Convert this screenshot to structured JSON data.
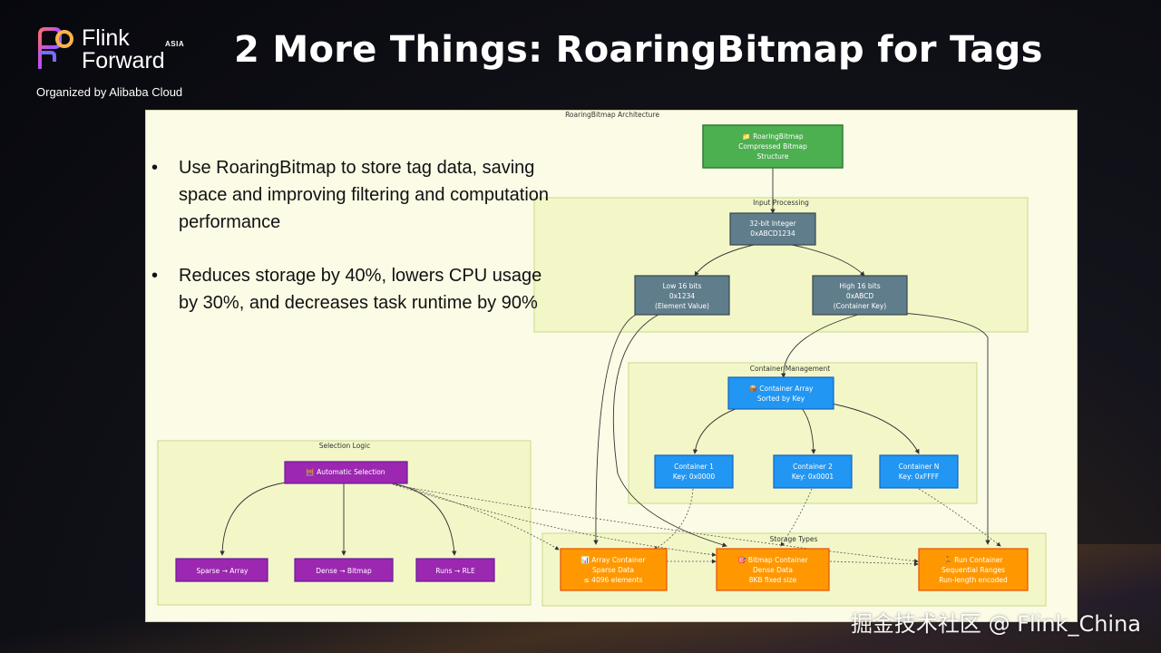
{
  "logo": {
    "brand": "Flink\nForward",
    "region": "ASIA",
    "organizer": "Organized by Alibaba Cloud"
  },
  "slide": {
    "title": "2 More Things: RoaringBitmap for Tags"
  },
  "bullets": [
    "Use RoaringBitmap to store tag data, saving space and improving filtering and computation performance",
    "Reduces storage by 40%, lowers CPU usage by 30%, and decreases task runtime by 90%"
  ],
  "diagram": {
    "title": "RoaringBitmap Architecture",
    "colors": {
      "green": "#4caf50",
      "slate": "#607d8b",
      "blue": "#2196f3",
      "purple": "#9c27b0",
      "orange": "#ff9800",
      "group_fill": "#f3f7c8",
      "group_border": "#c9d98a"
    },
    "groups": {
      "input_processing": "Input Processing",
      "container_management": "Container Management",
      "selection_logic": "Selection Logic",
      "storage_types": "Storage Types"
    },
    "nodes": {
      "roaring": [
        "📁 RoaringBitmap",
        "Compressed Bitmap",
        "Structure"
      ],
      "int32": [
        "32-bit Integer",
        "0xABCD1234"
      ],
      "low16": [
        "Low 16 bits",
        "0x1234",
        "(Element Value)"
      ],
      "high16": [
        "High 16 bits",
        "0xABCD",
        "(Container Key)"
      ],
      "container_array": [
        "📦 Container Array",
        "Sorted by Key"
      ],
      "container1": [
        "Container 1",
        "Key: 0x0000"
      ],
      "container2": [
        "Container 2",
        "Key: 0x0001"
      ],
      "containerN": [
        "Container N",
        "Key: 0xFFFF"
      ],
      "auto_select": [
        "🧮 Automatic Selection"
      ],
      "sparse": [
        "Sparse → Array"
      ],
      "dense": [
        "Dense → Bitmap"
      ],
      "runs": [
        "Runs → RLE"
      ],
      "array_container": [
        "📊 Array Container",
        "Sparse Data",
        "≤ 4096 elements"
      ],
      "bitmap_container": [
        "🎯 Bitmap Container",
        "Dense Data",
        "8KB fixed size"
      ],
      "run_container": [
        "🏃 Run Container",
        "Sequential Ranges",
        "Run-length encoded"
      ]
    }
  },
  "watermark": "掘金技术社区 @ Flink_China"
}
